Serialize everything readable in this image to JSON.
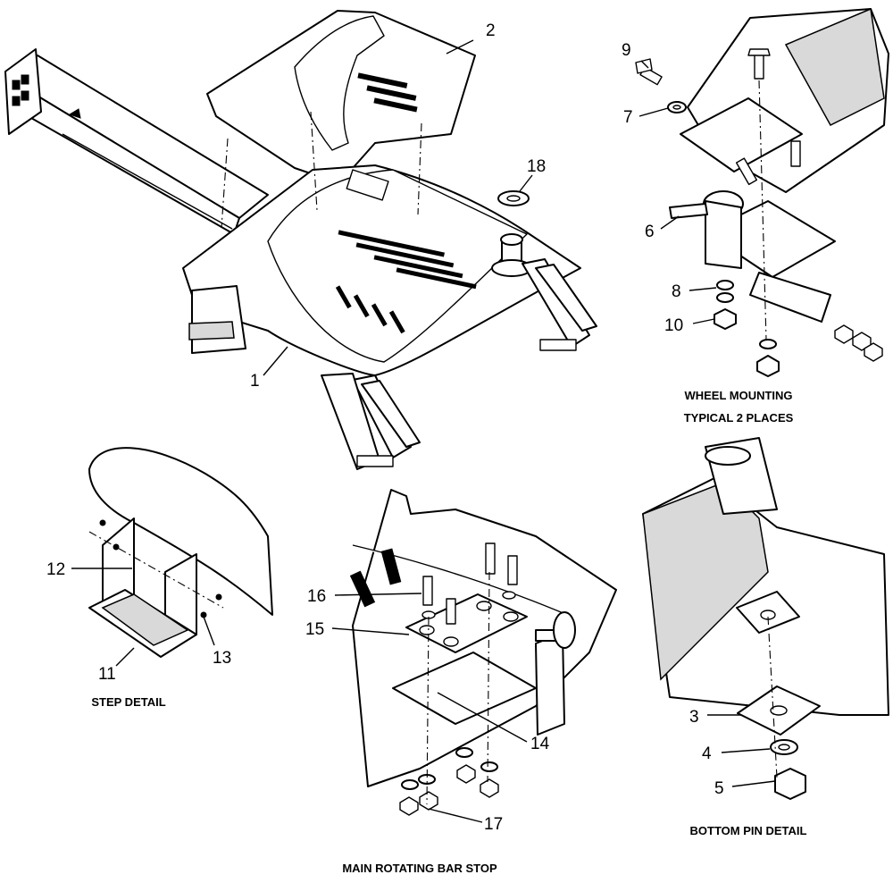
{
  "callouts": {
    "c1": "1",
    "c2": "2",
    "c3": "3",
    "c4": "4",
    "c5": "5",
    "c6": "6",
    "c7": "7",
    "c8": "8",
    "c9": "9",
    "c10": "10",
    "c11": "11",
    "c12": "12",
    "c13": "13",
    "c14": "14",
    "c15": "15",
    "c16": "16",
    "c17": "17",
    "c18": "18"
  },
  "captions": {
    "wheel_mounting_line1": "WHEEL MOUNTING",
    "wheel_mounting_line2": "TYPICAL 2 PLACES",
    "step_detail": "STEP DETAIL",
    "bottom_pin_detail": "BOTTOM PIN DETAIL",
    "main_rotating_bar_stop": "MAIN ROTATING BAR STOP"
  }
}
